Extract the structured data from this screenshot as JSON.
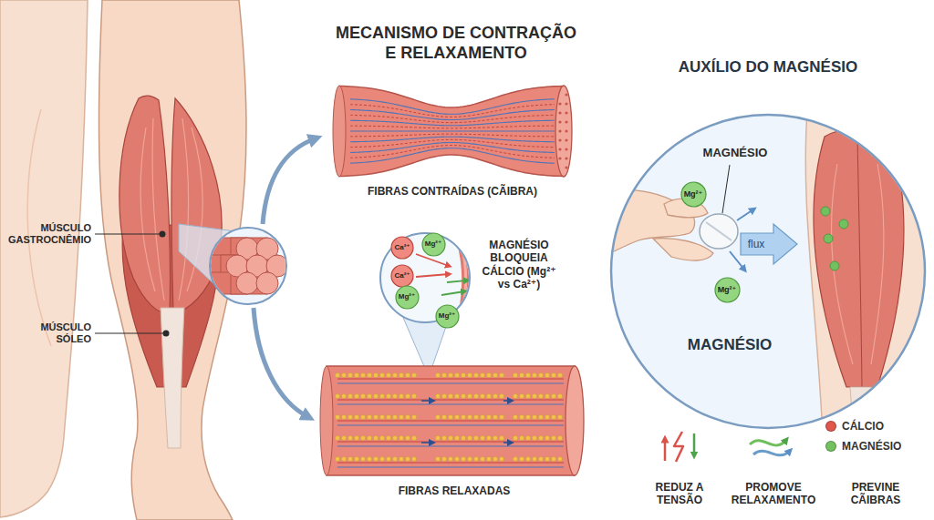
{
  "diagram": {
    "title": "MECANISMO DE CONTRAÇÃO E RELAXAMENTO",
    "nodes": [
      {
        "text": [
          "FIBRAS CONTRAÍDAS (CÃIBRA)"
        ]
      },
      {
        "text": [
          "MAGNÉSIO BLOQUEIA CÁLCIO (Mg²⁺ vs Ca²⁺)"
        ]
      },
      {
        "text": [
          "Ca²⁺"
        ],
        "in": 1
      },
      {
        "text": [
          "Mg²⁺"
        ],
        "in": 1
      },
      {
        "text": [
          "Ca²⁺"
        ],
        "in": 1
      },
      {
        "text": [
          "Mg²⁺"
        ],
        "in": 1
      },
      {
        "text": [
          "Mg²⁺"
        ],
        "in": 1
      },
      {
        "text": [
          "FIBRAS RELAXADAS"
        ]
      },
      {
        "text": [
          "AUXÍLIO DO MAGNÉSIO",
          "MAGNÉSIO"
        ]
      },
      {
        "text": [
          "Mg²⁺"
        ],
        "in": 8
      },
      {
        "text": [
          "Mg²⁺"
        ],
        "in": 8
      }
    ],
    "labels": [
      "MÚSCULO GASTROCNÊMIO",
      "MÚSCULO SÓLEO",
      "MAGNÉSIO",
      "flux",
      "REDUZ A TENSÃO",
      "PROMOVE RELAXAMENTO",
      "PREVINE CÃIBRAS"
    ],
    "legend": [
      {
        "text": "CÁLCIO",
        "color": "#e0564b"
      },
      {
        "text": "MAGNÉSIO",
        "color": "#72c05f"
      }
    ]
  }
}
